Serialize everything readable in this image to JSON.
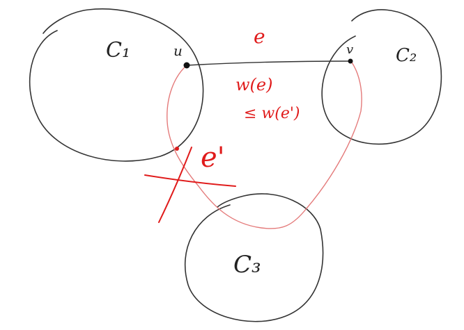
{
  "labels": {
    "c1": "C₁",
    "c2": "C₂",
    "c3": "C₃",
    "u": "u",
    "v": "v",
    "e": "e",
    "e_prime": "e'",
    "weight_line1": "w(e)",
    "weight_line2": "≤ w(e')"
  },
  "colors": {
    "ink": "#333333",
    "red": "#e01b1b",
    "red_path": "#e47a7a"
  }
}
